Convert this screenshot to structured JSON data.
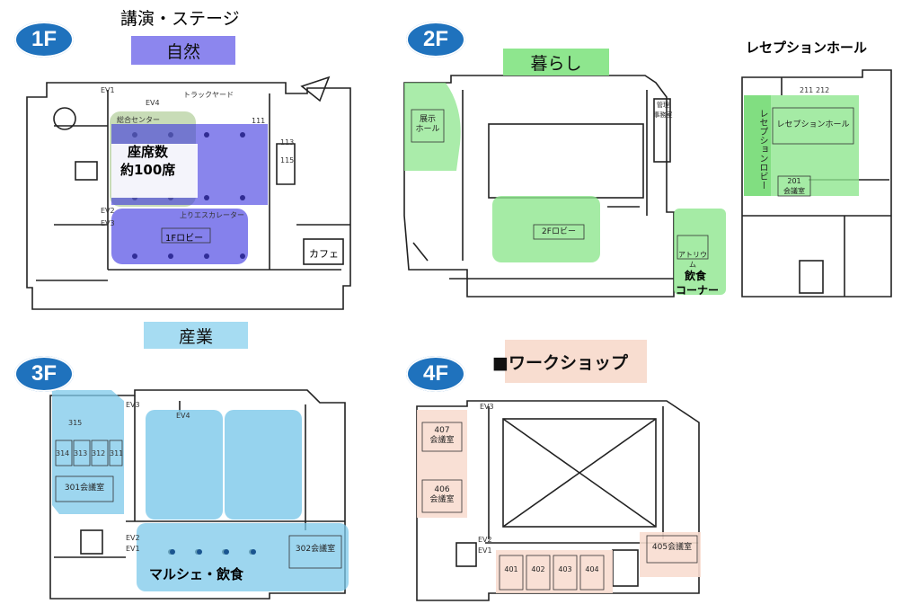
{
  "floors": {
    "f1": {
      "badge": "1F",
      "top_label": "講演・ステージ",
      "category": "自然",
      "seat_line1": "座席数",
      "seat_line2": "約100席",
      "lobby": "1Fロビー",
      "cafe": "カフェ",
      "track": "トラックヤード",
      "rooms": [
        "111",
        "113",
        "115"
      ],
      "ev": [
        "EV1",
        "EV2",
        "EV3",
        "EV4"
      ],
      "info": "総合センター",
      "escalator": "上りエスカレーター"
    },
    "f2": {
      "badge": "2F",
      "category": "暮らし",
      "reception_title": "レセプションホール",
      "exhibit_hall": "展示\nホール",
      "lobby": "2Fロビー",
      "atrium": "アトリウム",
      "food_corner_1": "飲食",
      "food_corner_2": "コーナー",
      "reception_hall": "レセプションホール",
      "reception_lobby": "レセプションロビー",
      "room201": "201\n会議室",
      "mgmt": "管理\n事務室",
      "rooms_small": [
        "211",
        "212"
      ]
    },
    "f3": {
      "badge": "3F",
      "category": "産業",
      "marche": "マルシェ・飲食",
      "room301": "301会議室",
      "room302": "302会議室",
      "rooms": [
        "315",
        "314",
        "313",
        "312",
        "311"
      ],
      "ev": [
        "EV1",
        "EV2",
        "EV3",
        "EV4"
      ]
    },
    "f4": {
      "badge": "4F",
      "category": "■ワークショップ",
      "room407": "407\n会議室",
      "room406": "406\n会議室",
      "room405": "405会議室",
      "rooms_small": [
        "401",
        "402",
        "403",
        "404"
      ],
      "room_sub": "会議室",
      "ev": [
        "EV1",
        "EV2",
        "EV3"
      ]
    }
  },
  "colors": {
    "badge": "#1f72bd",
    "nature": "#8c86ee",
    "nature_zone": "#3a33e0",
    "stage_zone": "#9bbf7c",
    "living": "#8ee68e",
    "industry": "#a6dcf2",
    "industry_zone": "#7cc8ea",
    "workshop": "#f8ddd0"
  }
}
